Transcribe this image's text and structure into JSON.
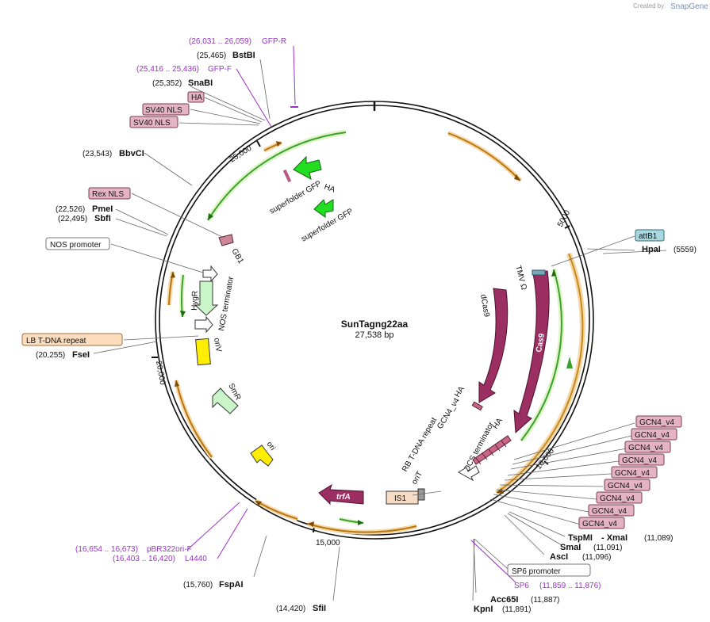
{
  "branding": {
    "created_by": "Created by",
    "app": "SnapGene"
  },
  "plasmid": {
    "name": "SunTagng22aa",
    "length": "27,538 bp"
  },
  "ticks": {
    "5000": "5000",
    "10000": "10,000",
    "15000": "15,000",
    "20000": "20,000",
    "25000": "25,000"
  },
  "features": {
    "cas9": "Cas9",
    "dcas9": "dCas9",
    "tmv": "TMV Ω",
    "sfgfp": "superfolder GFP",
    "ha": "HA",
    "gb1": "GB1",
    "hygr": "HygR",
    "nos_terminator": "NOS terminator",
    "nos_promoter": "NOS promoter",
    "oriv": "oriV",
    "smr": "SmR",
    "ori": "ori",
    "trfa": "trfA",
    "is1": "IS1",
    "orit": "oriT",
    "rb_tdna": "RB T-DNA repeat",
    "ocs_terminator": "OCS terminator",
    "gcn4": "GCN4_v4",
    "sv40_nls": "SV40 NLS",
    "rex_nls": "Rex NLS",
    "lb_tdna": "LB T-DNA repeat",
    "attb1": "attB1",
    "sp6_promoter": "SP6 promoter"
  },
  "labels": {
    "gfp_r": {
      "name": "GFP-R",
      "pos": "(26,031 .. 26,059)"
    },
    "bsti": {
      "name": "BstBI",
      "pos": "(25,465)"
    },
    "gfp_f": {
      "name": "GFP-F",
      "pos": "(25,416 .. 25,436)"
    },
    "snabi": {
      "name": "SnaBI",
      "pos": "(25,352)"
    },
    "bbvci": {
      "name": "BbvCI",
      "pos": "(23,543)"
    },
    "pmei": {
      "name": "PmeI",
      "pos": "(22,526)"
    },
    "sbfi": {
      "name": "SbfI",
      "pos": "(22,495)"
    },
    "fsei": {
      "name": "FseI",
      "pos": "(20,255)"
    },
    "hpai": {
      "name": "HpaI",
      "pos": "(5559)"
    },
    "tspmi": {
      "name": "TspMI",
      "extra": "- XmaI",
      "pos": "(11,089)"
    },
    "smai": {
      "name": "SmaI",
      "pos": "(11,091)"
    },
    "asci": {
      "name": "AscI",
      "pos": "(11,096)"
    },
    "sp6": {
      "name": "SP6",
      "pos": "(11,859 .. 11,876)"
    },
    "acc65i": {
      "name": "Acc65I",
      "pos": "(11,887)"
    },
    "kpni": {
      "name": "KpnI",
      "pos": "(11,891)"
    },
    "pbr322": {
      "name": "pBR322ori-F",
      "pos": "(16,654 .. 16,673)"
    },
    "l4440": {
      "name": "L4440",
      "pos": "(16,403 .. 16,420)"
    },
    "fspai": {
      "name": "FspAI",
      "pos": "(15,760)"
    },
    "sfii": {
      "name": "SfiI",
      "pos": "(14,420)"
    }
  }
}
